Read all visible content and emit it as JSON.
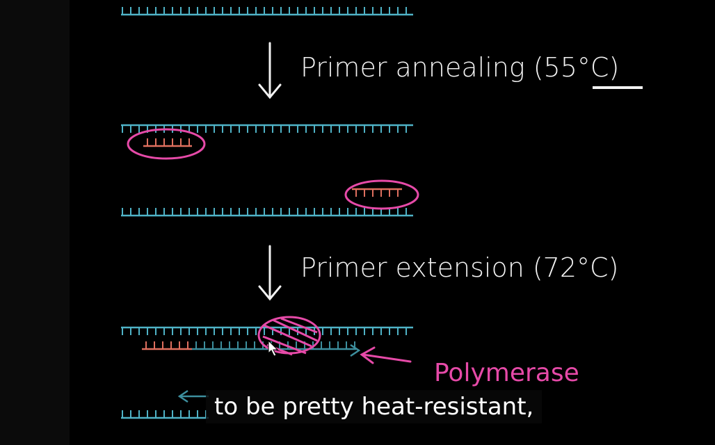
{
  "labels": {
    "annealing": "Primer annealing (55°C)",
    "extension": "Primer extension (72°C)",
    "polymerase": "Polymerase"
  },
  "caption": "to be pretty heat-resistant,",
  "colors": {
    "strand": "#4fb3c7",
    "primer": "#e0705f",
    "highlight": "#e64aa8",
    "text": "#f2f2f2"
  },
  "icons": {
    "down_arrow": "down-arrow-icon",
    "cursor": "mouse-cursor-icon"
  }
}
